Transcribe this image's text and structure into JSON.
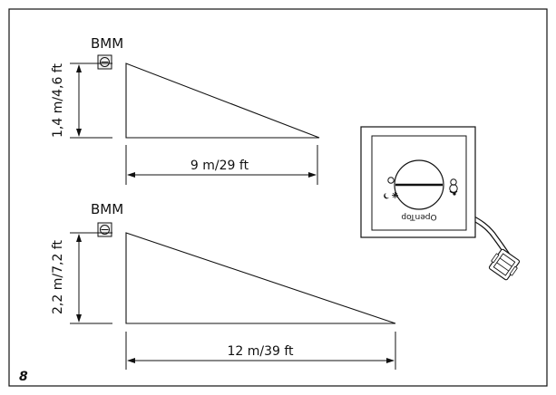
{
  "figure_number": "8",
  "upper": {
    "sensor_label": "BMM",
    "height_label": "1,4 m/4,6 ft",
    "distance_label": "9 m/29 ft"
  },
  "lower": {
    "sensor_label": "BMM",
    "height_label": "2,2 m/7,2 ft",
    "distance_label": "12 m/39 ft"
  },
  "module": {
    "brand_text": "OpenTop"
  }
}
